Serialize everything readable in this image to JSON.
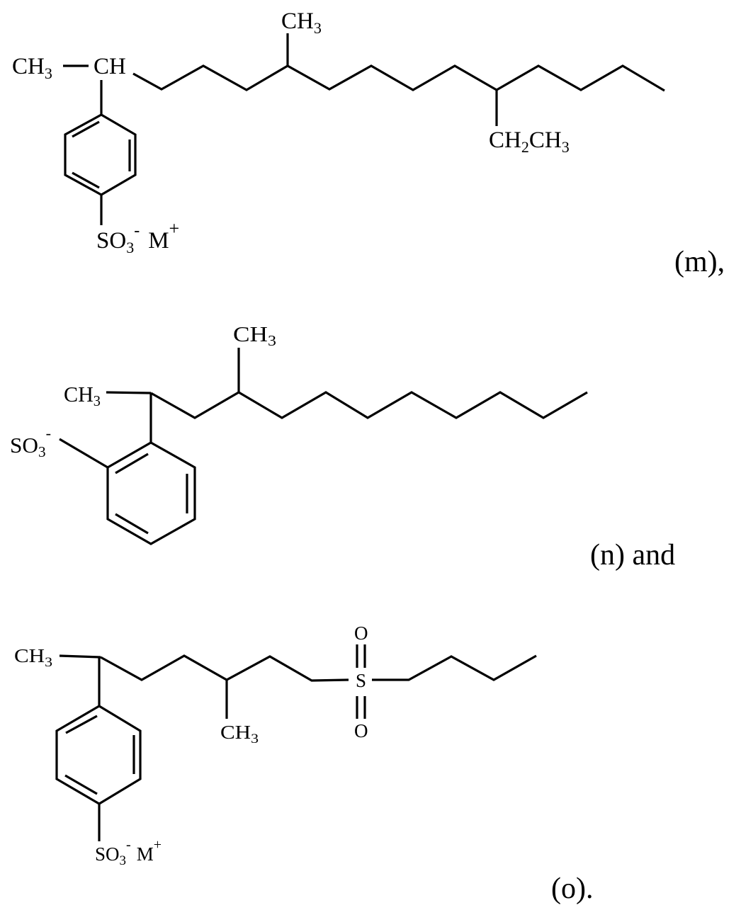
{
  "structures": {
    "m": {
      "caption": "(m),",
      "left_methyl": {
        "main": "CH",
        "sub": "3"
      },
      "methine": "CH",
      "top_methyl": {
        "main": "CH",
        "sub": "3"
      },
      "ethyl": {
        "a": "CH",
        "a_sub": "2",
        "b": "CH",
        "b_sub": "3"
      },
      "sulfonate": {
        "main": "SO",
        "sub": "3",
        "charge": "-",
        "counter": "M",
        "counter_charge": "+"
      }
    },
    "n": {
      "caption": "(n) and",
      "left_methyl": {
        "main": "CH",
        "sub": "3"
      },
      "top_methyl": {
        "main": "CH",
        "sub": "3"
      },
      "sulfonate": {
        "main": "SO",
        "sub": "3",
        "charge": "-"
      }
    },
    "o": {
      "caption": "(o).",
      "left_methyl": {
        "main": "CH",
        "sub": "3"
      },
      "bottom_methyl": {
        "main": "CH",
        "sub": "3"
      },
      "sulfone": {
        "s": "S",
        "o_top": "O",
        "o_bottom": "O"
      },
      "sulfonate": {
        "main": "SO",
        "sub": "3",
        "charge": "-",
        "counter": "M",
        "counter_charge": "+"
      }
    }
  }
}
